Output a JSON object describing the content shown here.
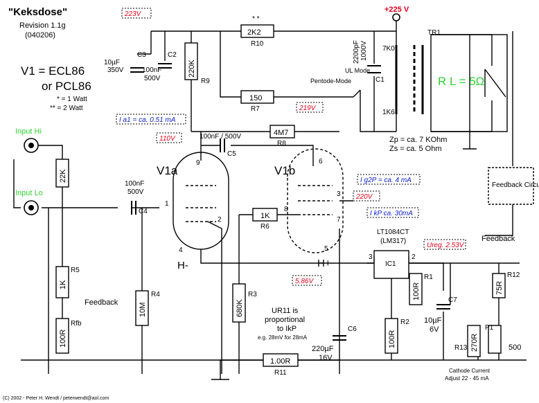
{
  "title": "\"Keksdose\"",
  "revision": "Revision 1.1g",
  "date_code": "(040206)",
  "tube_line1": "V1 = ECL86",
  "tube_line2": "or PCL86",
  "note_1w": "* = 1 Watt",
  "note_2w": "** = 2 Watt",
  "supply": "+225 V",
  "transformer": "TR1",
  "load_label": "R L = 5Ω",
  "tap_7k0": "7K0",
  "tap_1k6": "1K6",
  "zp": "Zp = ca. 7 KOhm",
  "zs": "Zs = ca. 5 Ohm",
  "pentode_mode": "Pentode-Mode",
  "ul_mode": "UL Mode",
  "input_hi": "Input Hi",
  "input_lo": "Input Lo",
  "feedback": "Feedback",
  "feedback_circuit": "Feedback Circuit",
  "v1a": "V1a",
  "v1b": "V1b",
  "h_minus": "H-",
  "h_plus": "H+",
  "ic_name": "LT1084CT",
  "ic_alt": "(LM317)",
  "ic_ref": "IC1",
  "pins": {
    "p9": "9",
    "p1": "1",
    "p2": "2",
    "p4": "4",
    "p6": "6",
    "p3": "3",
    "p8": "8",
    "p7": "7",
    "p5": "5",
    "ic3": "3",
    "ic2": "2"
  },
  "voltages": {
    "v223": "223V",
    "v110": "110V",
    "v219": "219V",
    "v220": "220V",
    "v586": "5.86V",
    "ureg": "Ureg. 2.53V"
  },
  "currents": {
    "ia": "I a1 = ca. 0.51 mA",
    "ig2": "I g2P = ca. 4 mA",
    "ik": "I kP ca. 30mA"
  },
  "components": {
    "r10_val": "2K2",
    "r10_ref": "R10",
    "r10_star": "* *",
    "r9_val": "220K",
    "r9_ref": "R9",
    "r7_val": "150",
    "r7_ref": "R7",
    "r8_val": "4M7",
    "r8_ref": "R8",
    "r6_val": "1K",
    "r6_ref": "R6",
    "r4_val": "10M",
    "r4_ref": "R4",
    "r3_val": "680K",
    "r3_ref": "R3",
    "r11_val": "1.00R",
    "r11_ref": "R11",
    "r5_val": "1K",
    "r5_ref": "R5",
    "rin_val": "22K",
    "rfb_val": "100R",
    "rfb_ref": "Rfb",
    "r1_val": "100R",
    "r1_ref": "R1",
    "r2_val": "100R",
    "r2_ref": "R2",
    "r12_val": "75R",
    "r12_ref": "R12",
    "r13_val": "270R",
    "r13_ref": "R13",
    "p1_ref": "P1",
    "p1_val": "500",
    "c3_val": "10µF",
    "c3_v": "350V",
    "c3_ref": "C3",
    "c2_val": "100nF",
    "c2_v": "500V",
    "c2_ref": "C2",
    "c1_val": "2200pF",
    "c1_v": "1000V",
    "c1_ref": "C1",
    "c5_val": "100nF / 500V",
    "c5_ref": "C5",
    "c4_val": "100nF",
    "c4_v": "500V",
    "c4_ref": "C4",
    "c6_val": "220µF",
    "c6_v": "16V",
    "c6_ref": "C6",
    "c7_val": "10µF",
    "c7_v": "6V",
    "c7_ref": "C7"
  },
  "note_ur11": [
    "UR11 is",
    "proportional",
    "to IkP",
    "e.g. 28mV for 28mA"
  ],
  "cathode_note": [
    "Cathode Current",
    "Adjust 22 - 45 mA"
  ],
  "copyright": "(C) 2002 - Peter H. Wendt  /  peterwendt@aol.com"
}
